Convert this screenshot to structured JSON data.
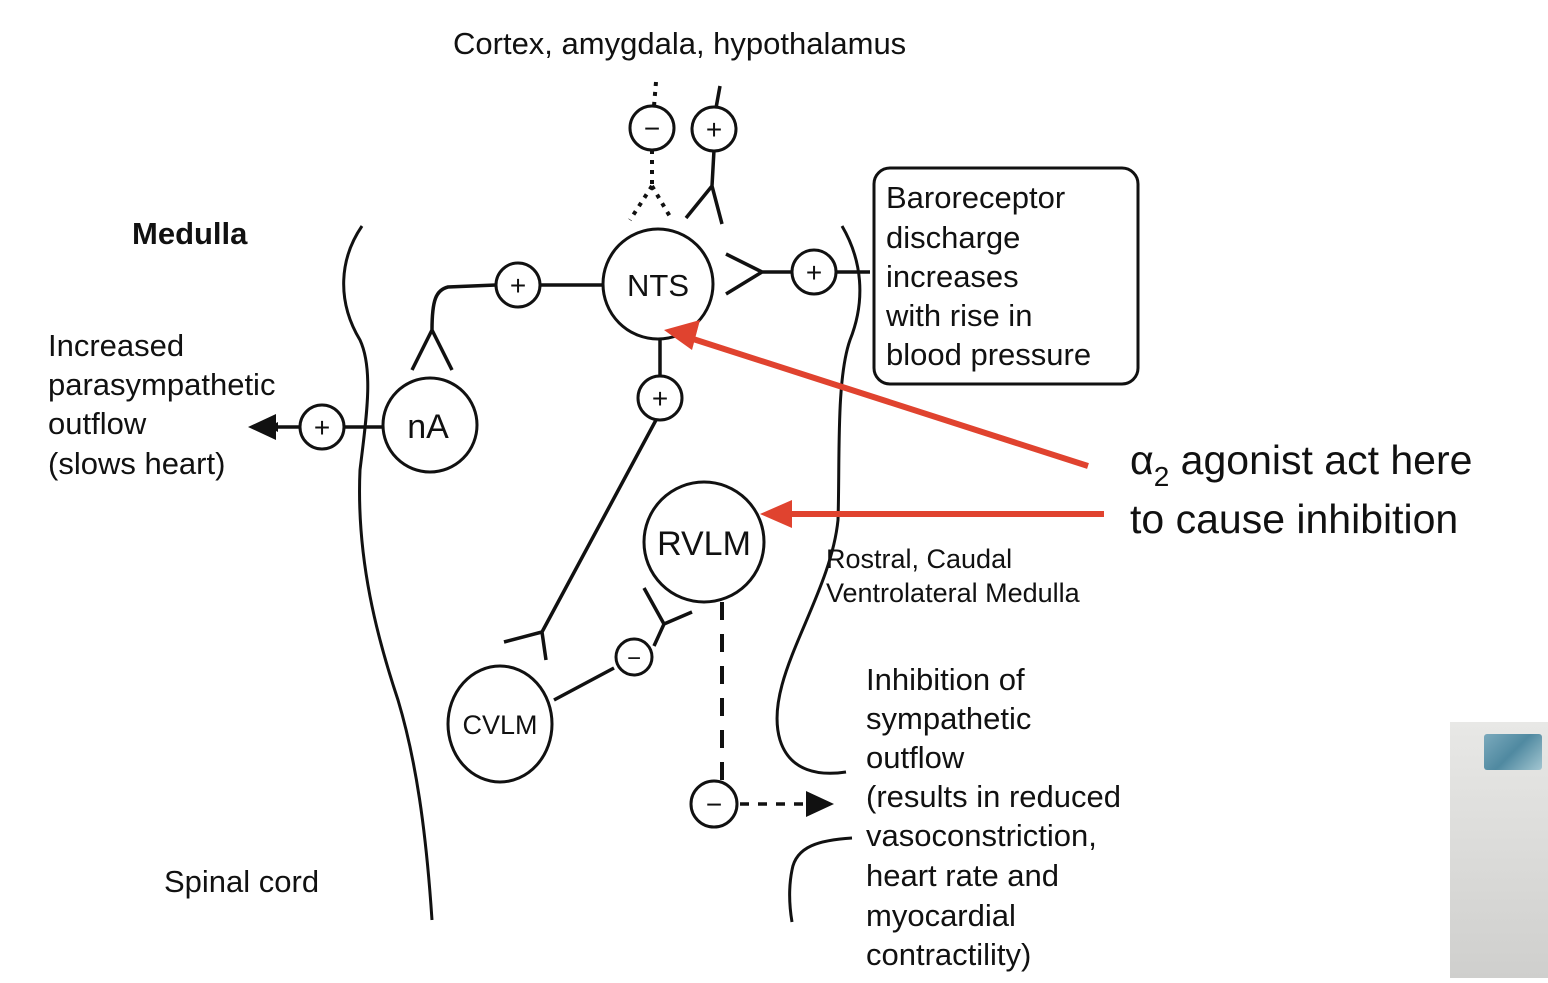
{
  "labels": {
    "cortex": "Cortex, amygdala, hypothalamus",
    "medulla": "Medulla",
    "nts": "NTS",
    "na": "nA",
    "rvlm": "RVLM",
    "cvlm": "CVLM",
    "baroreceptor": [
      "Baroreceptor",
      "discharge",
      "increases",
      "with rise in",
      "blood pressure"
    ],
    "parasympathetic": [
      "Increased",
      "parasympathetic",
      "outflow",
      "(slows heart)"
    ],
    "ventrolateral": [
      "Rostral, Caudal",
      "Ventrolateral Medulla"
    ],
    "inhibition": [
      "Inhibition of",
      "sympathetic",
      "outflow",
      "(results in reduced",
      "vasoconstriction,",
      "heart rate and",
      "myocardial",
      "contractility)"
    ],
    "spinal_cord": "Spinal cord"
  },
  "annotation": {
    "alpha": "α",
    "subscript": "2",
    "line1_rest": " agonist act here",
    "line2": "to cause inhibition",
    "arrow_color": "#e0432f"
  },
  "symbols": {
    "plus": "+",
    "minus": "−"
  }
}
